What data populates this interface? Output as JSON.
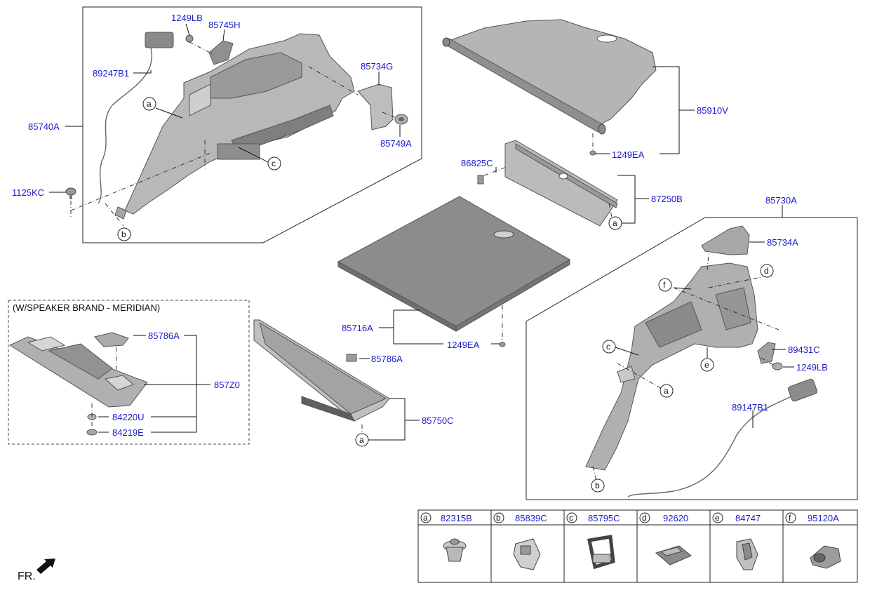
{
  "parts": {
    "p85740A": "85740A",
    "p1249LB_top": "1249LB",
    "p85745H": "85745H",
    "p89247B1": "89247B1",
    "p85734G": "85734G",
    "p85749A": "85749A",
    "p1125KC": "1125KC",
    "p85910V": "85910V",
    "p1249EA_top": "1249EA",
    "p86825C": "86825C",
    "p87250B": "87250B",
    "p85730A": "85730A",
    "p85734A": "85734A",
    "p85716A": "85716A",
    "p1249EA_mid": "1249EA",
    "p85786A_mid": "85786A",
    "p85750C": "85750C",
    "p85786A_left": "85786A",
    "p857Z0": "857Z0",
    "p84220U": "84220U",
    "p84219E": "84219E",
    "p89431C": "89431C",
    "p1249LB_right": "1249LB",
    "p89147B1": "89147B1"
  },
  "option_note": "(W/SPEAKER BRAND - MERIDIAN)",
  "direction_label": "FR.",
  "callout_letters": {
    "a": "a",
    "b": "b",
    "c": "c",
    "d": "d",
    "e": "e",
    "f": "f"
  },
  "legend": [
    {
      "letter": "a",
      "part": "82315B"
    },
    {
      "letter": "b",
      "part": "85839C"
    },
    {
      "letter": "c",
      "part": "85795C"
    },
    {
      "letter": "d",
      "part": "92620"
    },
    {
      "letter": "e",
      "part": "84747"
    },
    {
      "letter": "f",
      "part": "95120A"
    }
  ],
  "colors": {
    "part_number_text": "#1a1acc",
    "part_fill_dark": "#8a8a8a",
    "part_fill_light": "#c4c4c4"
  }
}
